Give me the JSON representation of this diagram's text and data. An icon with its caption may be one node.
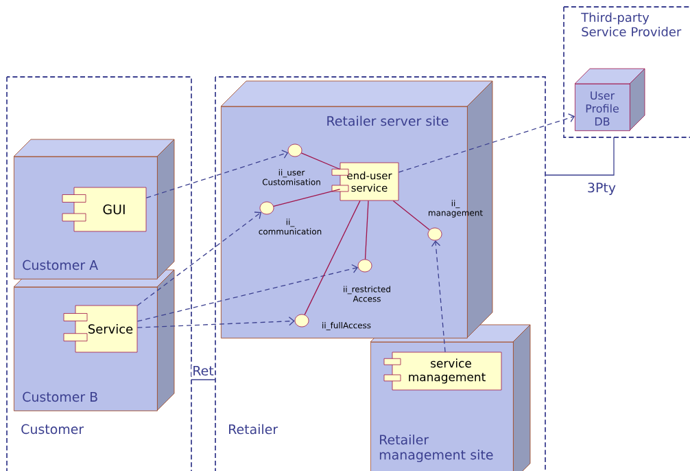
{
  "diagram": {
    "nodes": [
      {
        "text": [
          "Customer"
        ]
      },
      {
        "text": [
          "Customer A"
        ],
        "in": 0
      },
      {
        "text": [
          "GUI"
        ],
        "in": 1
      },
      {
        "text": [
          "Customer B"
        ],
        "in": 0
      },
      {
        "text": [
          "Service"
        ],
        "in": 3
      },
      {
        "text": [
          "Retailer"
        ]
      },
      {
        "text": [
          "Retailer server site"
        ],
        "in": 5
      },
      {
        "text": [
          "end-user service"
        ],
        "in": 6
      },
      {
        "text": [],
        "shape": "circle",
        "beside": [
          "ii_user Customisation"
        ],
        "in": 6
      },
      {
        "text": [],
        "shape": "circle",
        "beside": [
          "ii_ communication"
        ],
        "in": 6
      },
      {
        "text": [],
        "shape": "circle",
        "beside": [
          "ii_ management"
        ],
        "in": 6
      },
      {
        "text": [],
        "shape": "circle",
        "beside": [
          "ii_restricted Access"
        ],
        "in": 6
      },
      {
        "text": [],
        "shape": "circle",
        "beside": [
          "ii_fullAccess"
        ],
        "in": 6
      },
      {
        "text": [
          "Retailer management site"
        ],
        "in": 5
      },
      {
        "text": [
          "service management"
        ],
        "in": 13
      },
      {
        "text": [
          "Third-party Service Provider"
        ]
      },
      {
        "text": [
          "User Profile DB"
        ],
        "in": 15
      }
    ],
    "edges": [
      {
        "from": 2,
        "to": 8,
        "arrow": "to",
        "style": "dashed"
      },
      {
        "from": 4,
        "to": 9,
        "arrow": "to",
        "style": "dashed"
      },
      {
        "from": 4,
        "to": 11,
        "arrow": "to",
        "style": "dashed"
      },
      {
        "from": 4,
        "to": 12,
        "arrow": "to",
        "style": "dashed"
      },
      {
        "from": 14,
        "to": 10,
        "arrow": "to",
        "style": "dashed"
      },
      {
        "from": 7,
        "to": 16,
        "arrow": "to",
        "style": "dashed"
      },
      {
        "from": 7,
        "to": 8,
        "arrow": "none",
        "color": "#a0144a"
      },
      {
        "from": 7,
        "to": 9,
        "arrow": "none",
        "color": "#a0144a"
      },
      {
        "from": 7,
        "to": 10,
        "arrow": "none",
        "color": "#a0144a"
      },
      {
        "from": 7,
        "to": 11,
        "arrow": "none",
        "color": "#a0144a"
      },
      {
        "from": 7,
        "to": 12,
        "arrow": "none",
        "color": "#a0144a"
      },
      {
        "from": 0,
        "to": 5,
        "arrow": "none",
        "label": "Ret"
      },
      {
        "from": 5,
        "to": 15,
        "arrow": "none",
        "label": "3Pty"
      }
    ]
  }
}
